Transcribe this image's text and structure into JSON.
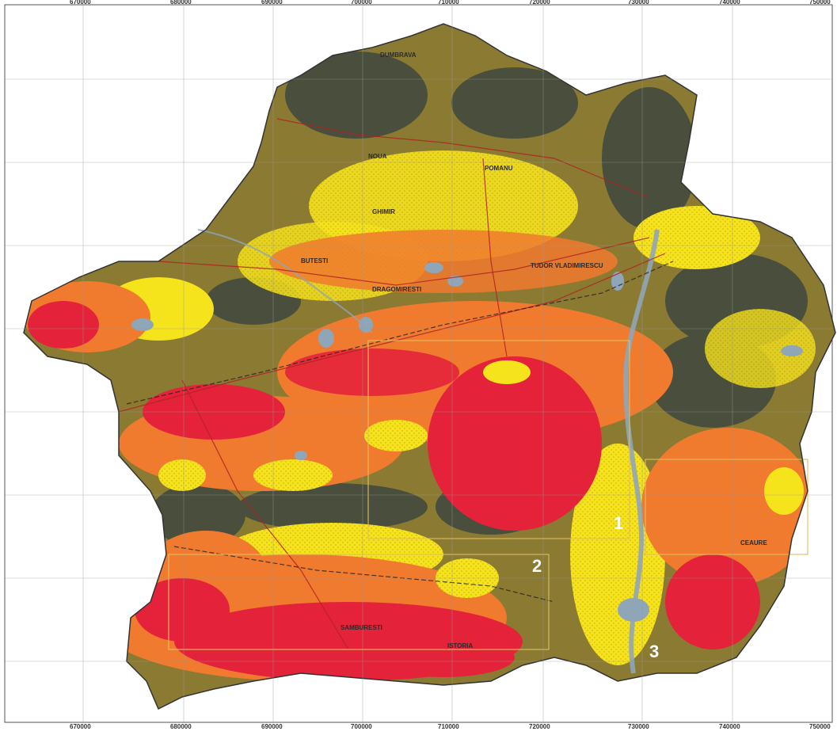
{
  "map": {
    "x_ticks": [
      "670000",
      "680000",
      "690000",
      "700000",
      "710000",
      "720000",
      "730000",
      "740000",
      "750000"
    ],
    "zone_labels": [
      "1",
      "2",
      "3"
    ],
    "place_labels": [
      "DRAGOMIRESTI",
      "BUTESTI",
      "TUDOR VLADIMIRESCU",
      "POMANU",
      "NOUA",
      "SAMBURESTI",
      "ISTORIA",
      "CEAURE",
      "GHIMIR",
      "DUMBRAVA"
    ],
    "colors": {
      "very_high": "#e4233a",
      "high": "#f07a2e",
      "medium": "#f5e31c",
      "low": "#8a7a32",
      "very_low": "#4a4e3c",
      "water": "#8fa5b8",
      "roads": "#b22222"
    }
  }
}
